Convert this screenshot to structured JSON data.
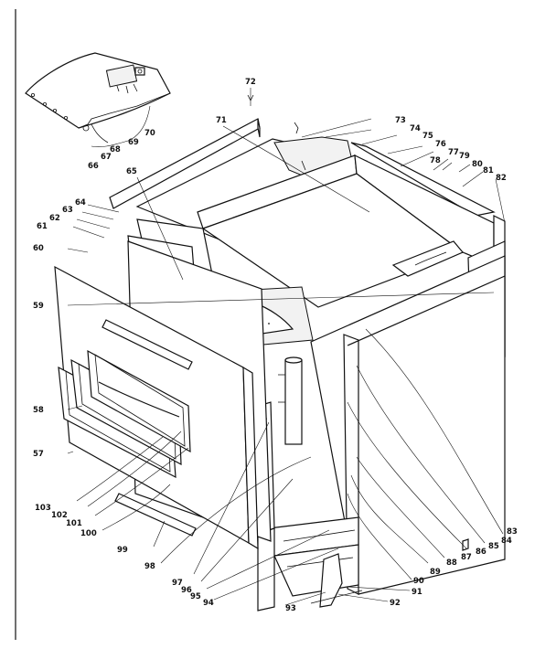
{
  "callouts": [
    {
      "id": "72",
      "label": "72"
    },
    {
      "id": "71",
      "label": "71"
    },
    {
      "id": "73",
      "label": "73"
    },
    {
      "id": "74",
      "label": "74"
    },
    {
      "id": "75",
      "label": "75"
    },
    {
      "id": "76",
      "label": "76"
    },
    {
      "id": "77",
      "label": "77"
    },
    {
      "id": "78",
      "label": "78"
    },
    {
      "id": "79",
      "label": "79"
    },
    {
      "id": "80",
      "label": "80"
    },
    {
      "id": "81",
      "label": "81"
    },
    {
      "id": "82",
      "label": "82"
    },
    {
      "id": "70",
      "label": "70"
    },
    {
      "id": "69",
      "label": "69"
    },
    {
      "id": "68",
      "label": "68"
    },
    {
      "id": "67",
      "label": "67"
    },
    {
      "id": "66a",
      "label": "66"
    },
    {
      "id": "65",
      "label": "65"
    },
    {
      "id": "64",
      "label": "64"
    },
    {
      "id": "63",
      "label": "63"
    },
    {
      "id": "62",
      "label": "62"
    },
    {
      "id": "61",
      "label": "61"
    },
    {
      "id": "60",
      "label": "60"
    },
    {
      "id": "59",
      "label": "59"
    },
    {
      "id": "58",
      "label": "58"
    },
    {
      "id": "57",
      "label": "57"
    },
    {
      "id": "103",
      "label": "103"
    },
    {
      "id": "102",
      "label": "102"
    },
    {
      "id": "101",
      "label": "101"
    },
    {
      "id": "100",
      "label": "100"
    },
    {
      "id": "99",
      "label": "99"
    },
    {
      "id": "98",
      "label": "98"
    },
    {
      "id": "97",
      "label": "97"
    },
    {
      "id": "96",
      "label": "96"
    },
    {
      "id": "95",
      "label": "95"
    },
    {
      "id": "94",
      "label": "94"
    },
    {
      "id": "93",
      "label": "93"
    },
    {
      "id": "92",
      "label": "92"
    },
    {
      "id": "91",
      "label": "91"
    },
    {
      "id": "90",
      "label": "90"
    },
    {
      "id": "89",
      "label": "89"
    },
    {
      "id": "88",
      "label": "88"
    },
    {
      "id": "87",
      "label": "87"
    },
    {
      "id": "86",
      "label": "86"
    },
    {
      "id": "85",
      "label": "85"
    },
    {
      "id": "84",
      "label": "84"
    },
    {
      "id": "83",
      "label": "83"
    }
  ]
}
